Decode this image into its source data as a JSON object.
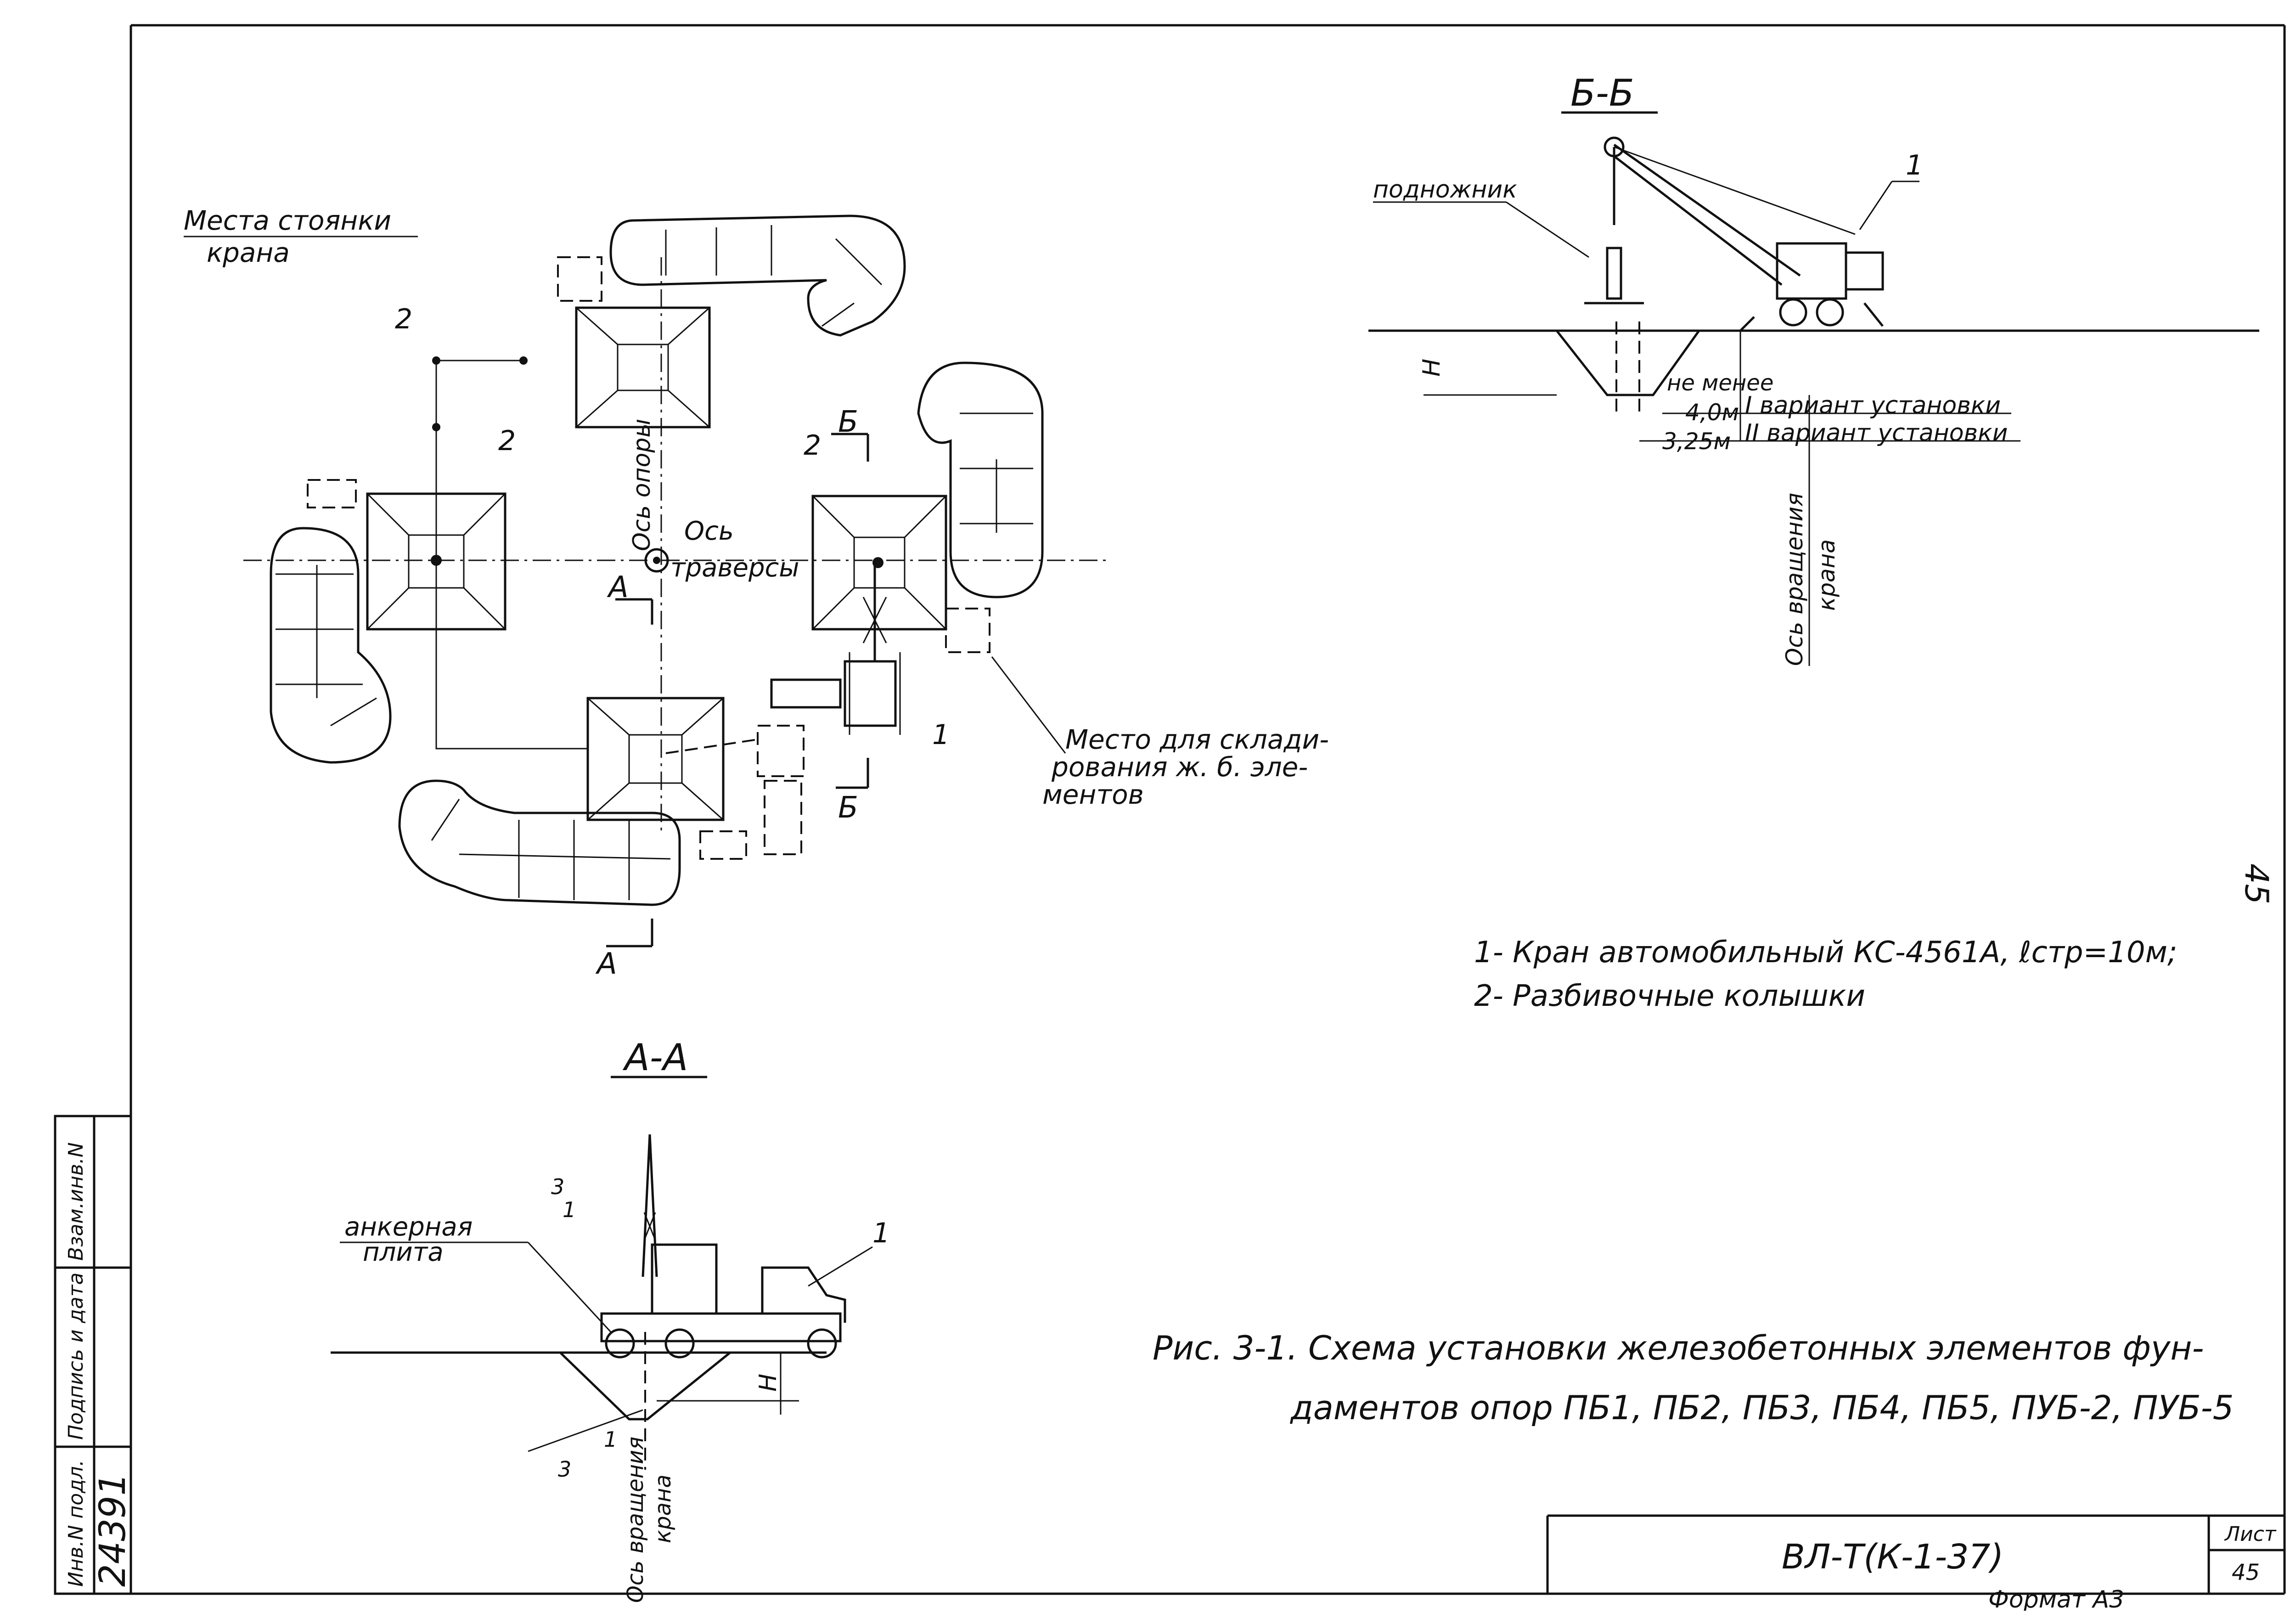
{
  "sections": {
    "bb_title": "Б-Б",
    "aa_title": "А-А",
    "cut_a": "А",
    "cut_b": "Б"
  },
  "plan": {
    "crane_parking": "Места стоянки\nкрана",
    "axis_support": "Ось опоры",
    "axis_traverse": "Ось\nтраверсы",
    "storage_place": "Место для склади-\nрования ж. б. эле-\nментов",
    "mark_1": "1",
    "mark_2": "2"
  },
  "section_bb": {
    "podnozhnik": "подножник",
    "not_less": "не менее",
    "dim_4": "4,0м",
    "dim_325": "3,25м",
    "variant1": "I вариант установки",
    "variant2": "II вариант установки",
    "rot_axis": "Ось вращения\nкрана",
    "h": "Н",
    "mark_1": "1"
  },
  "section_aa": {
    "anchor_plate": "анкерная\nплита",
    "rot_axis": "Ось вращения\nкрана",
    "h": "Н",
    "slope_3": "3",
    "slope_1": "1",
    "mark_1": "1"
  },
  "legend": {
    "item1": "1- Кран автомобильный  КС-4561А, ℓстр=10м;",
    "item2": "2- Разбивочные   колышки"
  },
  "caption": {
    "line1": "Рис. 3-1. Схема установки железобетонных элементов фун-",
    "line2": "даментов опор  ПБ1, ПБ2, ПБ3, ПБ4, ПБ5, ПУБ-2, ПУБ-5"
  },
  "stamp": {
    "inv_label": "Инв.N подл.",
    "inv_value": "24391",
    "sign_label": "Подпись и дата",
    "vzam_label": "Взам.инв.N",
    "code": "ВЛ-Т(К-1-37)",
    "sheet_label": "Лист",
    "sheet_value": "45",
    "page_mark": "45",
    "format": "Формат А3"
  }
}
